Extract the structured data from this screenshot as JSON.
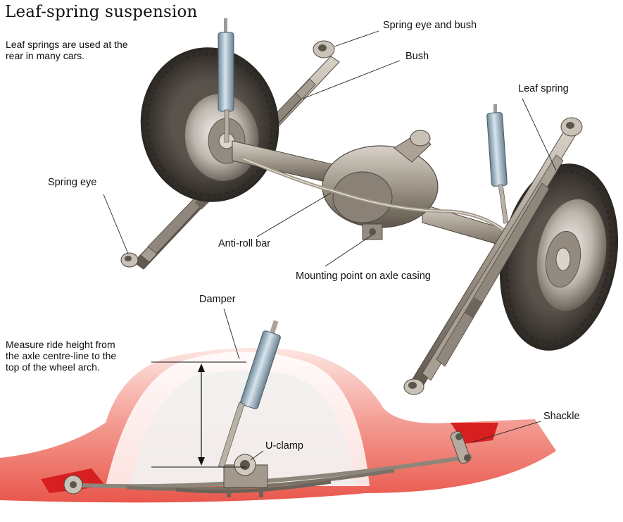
{
  "title": "Leaf-spring suspension",
  "intro": "Leaf springs are used at the rear in many cars.",
  "note": "Measure ride height from the axle centre-line to the top of the wheel arch.",
  "labels": {
    "spring_eye_and_bush": "Spring eye and bush",
    "bush": "Bush",
    "leaf_spring": "Leaf spring",
    "spring_eye": "Spring eye",
    "anti_roll_bar": "Anti-roll bar",
    "mounting_point": "Mounting point on axle casing",
    "damper": "Damper",
    "shackle": "Shackle",
    "u_clamp": "U-clamp"
  },
  "colors": {
    "tyre": "#3b3632",
    "metal": "#8d8478",
    "damper_blue": "#9fb7c6",
    "body_red": "#e85a4f",
    "highlight_red": "#d81f1f"
  }
}
